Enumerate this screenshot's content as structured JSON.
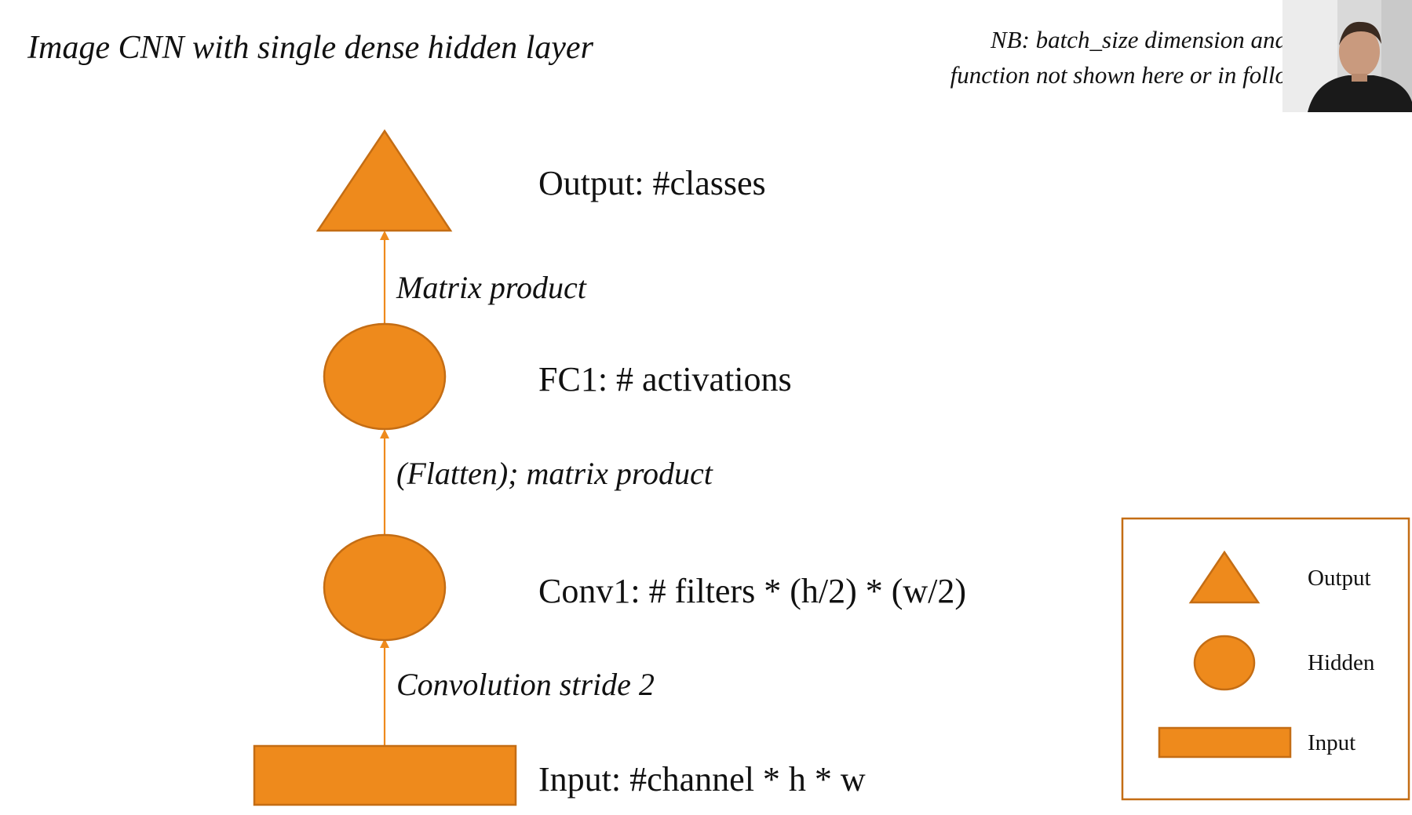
{
  "slide": {
    "title": "Image CNN with single dense hidden layer",
    "note_line1": "NB: batch_size dimension and",
    "note_line2": "function not shown here or in follo"
  },
  "layers": {
    "output": "Output: #classes",
    "fc1": "FC1: # activations",
    "conv1": "Conv1: # filters * (h/2) * (w/2)",
    "input": "Input: #channel * h * w"
  },
  "edges": {
    "fc1_to_output": "Matrix product",
    "conv1_to_fc1": "(Flatten); matrix product",
    "input_to_conv1": "Convolution stride 2"
  },
  "legend": {
    "output": "Output",
    "hidden": "Hidden",
    "input": "Input"
  },
  "colors": {
    "shape_fill": "#ee8a1c",
    "shape_stroke": "#c46d14"
  },
  "icons": {
    "webcam": "presenter-webcam-icon"
  }
}
